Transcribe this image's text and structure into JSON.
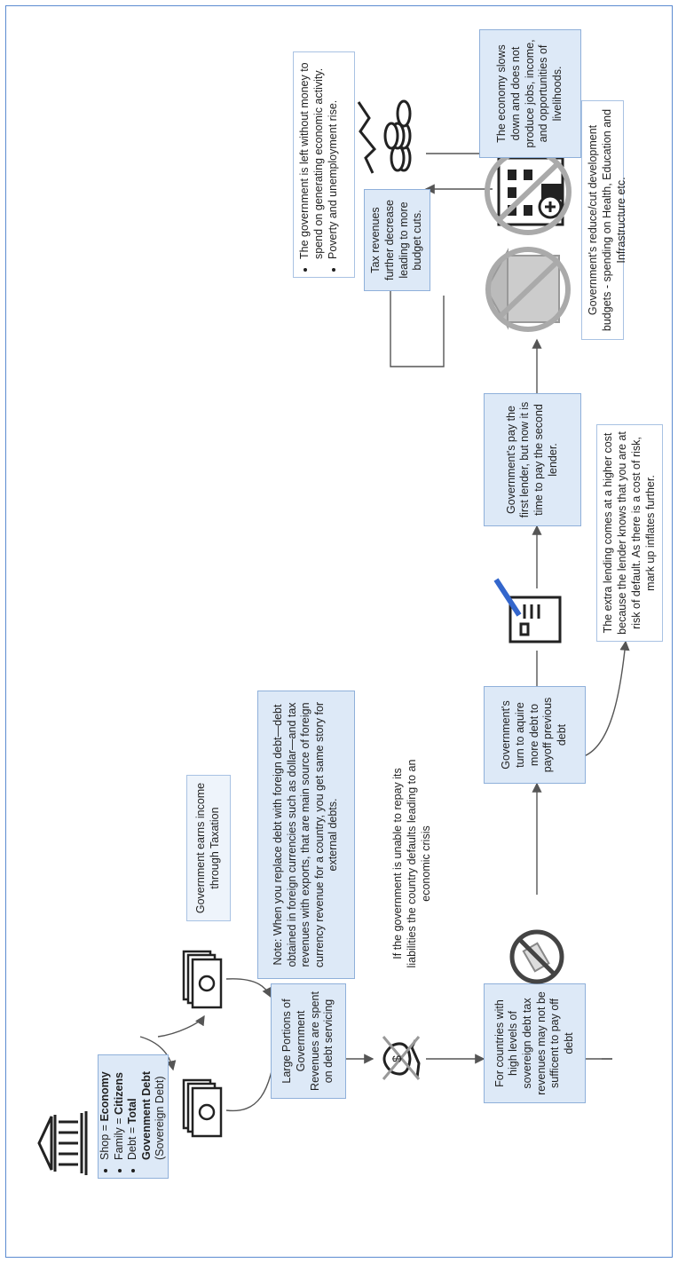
{
  "legend": {
    "items": [
      {
        "prefix": "Shop = ",
        "bold": "Economy",
        "suffix": ""
      },
      {
        "prefix": "Family = ",
        "bold": "Citizens",
        "suffix": ""
      },
      {
        "prefix": "Debt = ",
        "bold": "Total Govenment Debt",
        "suffix": " (Sovereign Debt)"
      }
    ]
  },
  "nodes": {
    "taxation": "Government earns income through Taxation",
    "note_foreign": "Note: When you replace debt with foreign debt—debt obtained in foreign currencies such as dollar—and tax revenues with exports, that are main source of foreign currency revenue for a country, you get same story for external debts.",
    "large_portions": "Large Portions of Government Revenues are spent on debt servicing",
    "unable_repay": "If the government is unable to repay its liabilities the country defaults leading to an economic crisis",
    "high_levels": "For countries with high levels of sovereign debt tax revenues may not be sufficent to pay off debt",
    "acquire_more": "Government's turn to aquire more debt to payoff previous debt",
    "extra_lending": "The extra lending comes at a higher cost because the lender knows that you are at risk of default. As there is a cost of risk, mark up inflates further.",
    "pay_first": "Government's pay the first lender, but now it is time to pay the second lender.",
    "reduce_cut": "Government's reduce/cut development budgets - spending on Health, Education and Infrastructure etc.",
    "tax_decrease": "Tax revenues further decrease leading to more budget cuts.",
    "left_without": {
      "items": [
        "The government is left without money to spend on generating economic activity.",
        "Poverty and unemployment rise."
      ]
    },
    "economy_slows": "The economy slows down and does not produce jobs, income, and opportunities of livelihoods."
  },
  "icons": {
    "bank": "bank-building-icon",
    "money1": "banknote-stack-icon",
    "money2": "banknote-stack-icon",
    "hand": "money-bag-hand-icon",
    "nobill": "no-cash-icon",
    "contract": "signed-contract-icon",
    "school": "school-crossed-icon",
    "hospital": "hospital-crossed-icon",
    "bridge": "bridge-crossed-icon",
    "coins": "coins-falling-icon"
  },
  "colors": {
    "box_fill": "#dde9f7",
    "box_border": "#8fb0da",
    "line": "#555555",
    "prohibit": "#9a9a9a"
  }
}
